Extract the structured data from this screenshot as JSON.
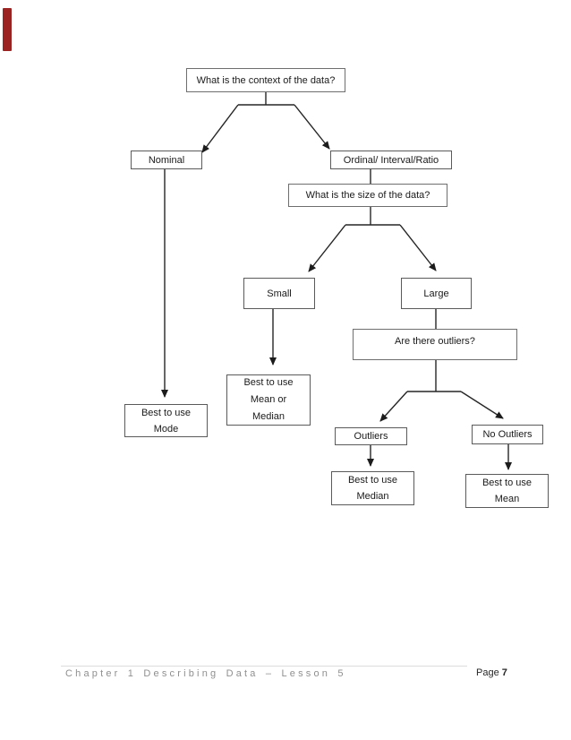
{
  "page": {
    "background_color": "#ffffff",
    "revision_marker_color": "#9b2423"
  },
  "flowchart": {
    "line_color": "#262626",
    "box_border_color": "#5a5a5a",
    "nodes": {
      "context": {
        "label": "What is the context of the data?"
      },
      "nominal": {
        "label": "Nominal"
      },
      "ordinal": {
        "label": "Ordinal/ Interval/Ratio"
      },
      "size": {
        "label": "What is the size of the data?"
      },
      "small": {
        "label": "Small"
      },
      "large": {
        "label": "Large"
      },
      "outliers_question": {
        "label": "Are there outliers?"
      },
      "mean_or_median": {
        "label": "Best to use\nMean or\nMedian"
      },
      "mode": {
        "label": "Best to use\nMode"
      },
      "outliers": {
        "label": "Outliers"
      },
      "no_outliers": {
        "label": "No Outliers"
      },
      "median": {
        "label": "Best to use\nMedian"
      },
      "mean": {
        "label": "Best to use\nMean"
      }
    }
  },
  "footer": {
    "chapter_text": "Chapter 1 Describing Data – Lesson 5",
    "page_label": "Page",
    "page_number": "7"
  }
}
